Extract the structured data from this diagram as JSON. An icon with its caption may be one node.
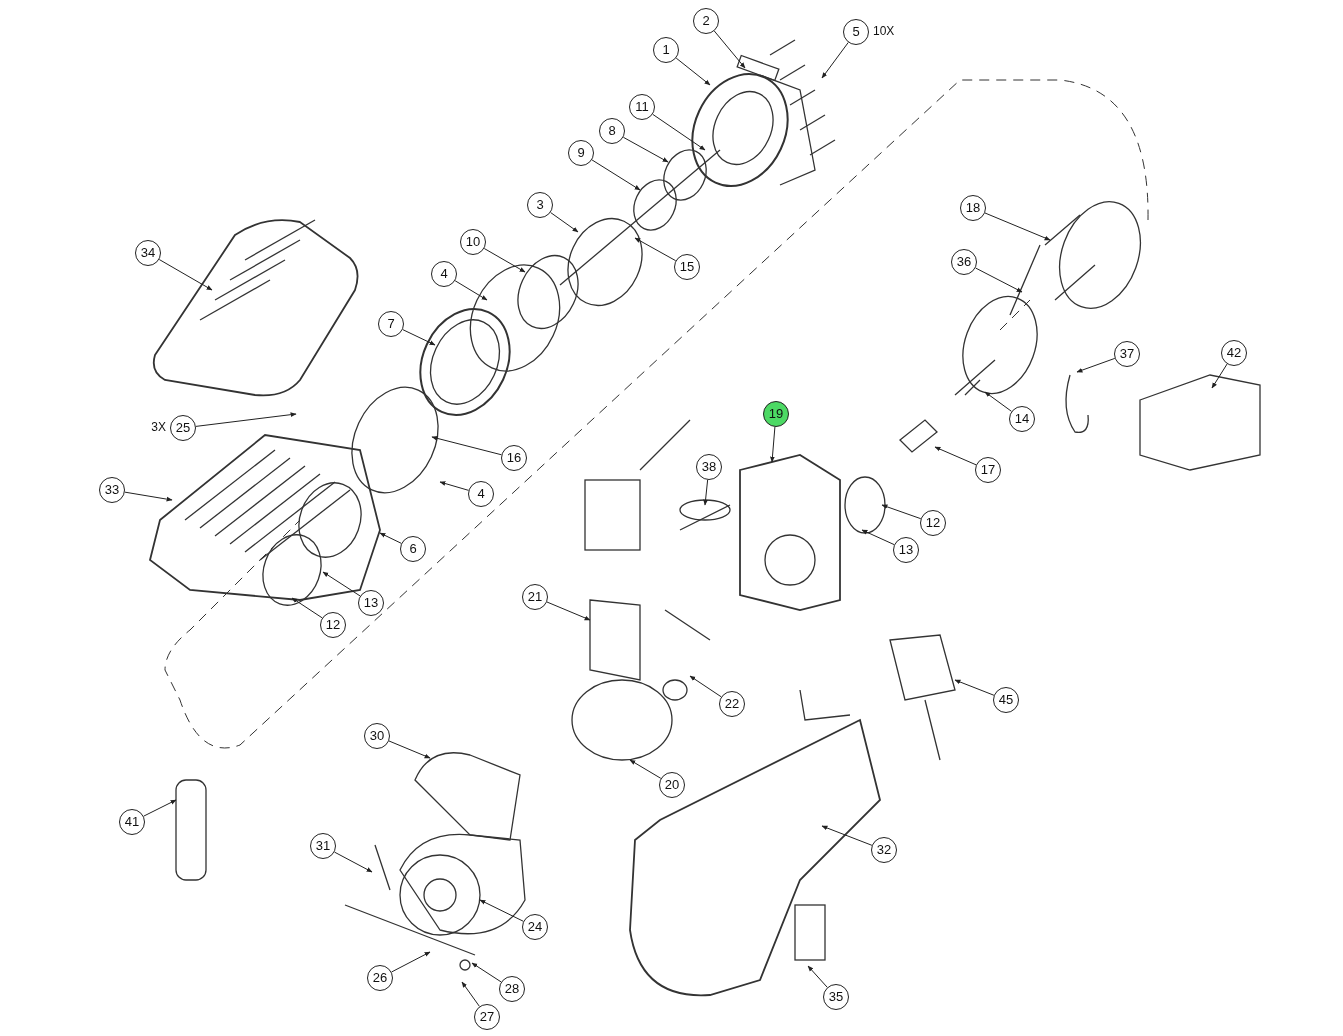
{
  "diagram": {
    "nodes": [
      {
        "text": [
          "1"
        ]
      },
      {
        "text": [
          "2"
        ]
      },
      {
        "text": [
          "5"
        ],
        "beside": [
          "10X"
        ]
      },
      {
        "text": [
          "11"
        ]
      },
      {
        "text": [
          "8"
        ]
      },
      {
        "text": [
          "9"
        ]
      },
      {
        "text": [
          "3"
        ]
      },
      {
        "text": [
          "15"
        ]
      },
      {
        "text": [
          "10"
        ]
      },
      {
        "text": [
          "4"
        ]
      },
      {
        "text": [
          "7"
        ]
      },
      {
        "text": [
          "34"
        ]
      },
      {
        "text": [
          "18"
        ]
      },
      {
        "text": [
          "36"
        ]
      },
      {
        "text": [
          "37"
        ]
      },
      {
        "text": [
          "42"
        ]
      },
      {
        "text": [
          "14"
        ]
      },
      {
        "text": [
          "17"
        ]
      },
      {
        "text": [
          "19"
        ]
      },
      {
        "text": [
          "25"
        ],
        "beside": [
          "3X"
        ]
      },
      {
        "text": [
          "16"
        ]
      },
      {
        "text": [
          "4"
        ]
      },
      {
        "text": [
          "33"
        ]
      },
      {
        "text": [
          "6"
        ]
      },
      {
        "text": [
          "13"
        ]
      },
      {
        "text": [
          "12"
        ]
      },
      {
        "text": [
          "12"
        ]
      },
      {
        "text": [
          "13"
        ]
      },
      {
        "text": [
          "38"
        ]
      },
      {
        "text": [
          "21"
        ]
      },
      {
        "text": [
          "22"
        ]
      },
      {
        "text": [
          "20"
        ]
      },
      {
        "text": [
          "30"
        ]
      },
      {
        "text": [
          "41"
        ]
      },
      {
        "text": [
          "31"
        ]
      },
      {
        "text": [
          "24"
        ]
      },
      {
        "text": [
          "26"
        ]
      },
      {
        "text": [
          "27"
        ]
      },
      {
        "text": [
          "28"
        ]
      },
      {
        "text": [
          "32"
        ]
      },
      {
        "text": [
          "45"
        ]
      },
      {
        "text": [
          "35"
        ]
      }
    ],
    "edges": [
      {
        "from": 0,
        "to": null,
        "arrow": "to"
      },
      {
        "from": 1,
        "to": null,
        "arrow": "to"
      },
      {
        "from": 2,
        "to": null,
        "arrow": "to"
      },
      {
        "from": 3,
        "to": null,
        "arrow": "to"
      },
      {
        "from": 4,
        "to": null,
        "arrow": "to"
      },
      {
        "from": 5,
        "to": null,
        "arrow": "to"
      },
      {
        "from": 6,
        "to": null,
        "arrow": "to"
      },
      {
        "from": 7,
        "to": null,
        "arrow": "to"
      },
      {
        "from": 8,
        "to": null,
        "arrow": "to"
      },
      {
        "from": 9,
        "to": null,
        "arrow": "to"
      },
      {
        "from": 10,
        "to": null,
        "arrow": "to"
      },
      {
        "from": 11,
        "to": null,
        "arrow": "to"
      },
      {
        "from": 12,
        "to": null,
        "arrow": "to"
      },
      {
        "from": 13,
        "to": null,
        "arrow": "to"
      },
      {
        "from": 14,
        "to": null,
        "arrow": "to"
      },
      {
        "from": 15,
        "to": null,
        "arrow": "to"
      },
      {
        "from": 16,
        "to": null,
        "arrow": "to"
      },
      {
        "from": 17,
        "to": null,
        "arrow": "to"
      },
      {
        "from": 18,
        "to": null,
        "arrow": "to"
      },
      {
        "from": 19,
        "to": null,
        "arrow": "to"
      },
      {
        "from": 20,
        "to": null,
        "arrow": "to"
      },
      {
        "from": 21,
        "to": null,
        "arrow": "to"
      },
      {
        "from": 22,
        "to": null,
        "arrow": "to"
      },
      {
        "from": 23,
        "to": null,
        "arrow": "to"
      },
      {
        "from": 24,
        "to": null,
        "arrow": "to"
      },
      {
        "from": 25,
        "to": null,
        "arrow": "to"
      },
      {
        "from": 26,
        "to": null,
        "arrow": "to"
      },
      {
        "from": 27,
        "to": null,
        "arrow": "to"
      },
      {
        "from": 28,
        "to": null,
        "arrow": "to"
      },
      {
        "from": 29,
        "to": null,
        "arrow": "to"
      },
      {
        "from": 30,
        "to": null,
        "arrow": "to"
      },
      {
        "from": 31,
        "to": null,
        "arrow": "to"
      },
      {
        "from": 32,
        "to": null,
        "arrow": "to"
      },
      {
        "from": 33,
        "to": null,
        "arrow": "to"
      },
      {
        "from": 34,
        "to": null,
        "arrow": "to"
      },
      {
        "from": 35,
        "to": null,
        "arrow": "to"
      },
      {
        "from": 36,
        "to": null,
        "arrow": "to"
      },
      {
        "from": 37,
        "to": null,
        "arrow": "to"
      },
      {
        "from": 38,
        "to": null,
        "arrow": "to"
      },
      {
        "from": 39,
        "to": null,
        "arrow": "to"
      },
      {
        "from": 40,
        "to": null,
        "arrow": "to"
      },
      {
        "from": 41,
        "to": null,
        "arrow": "to"
      }
    ]
  }
}
